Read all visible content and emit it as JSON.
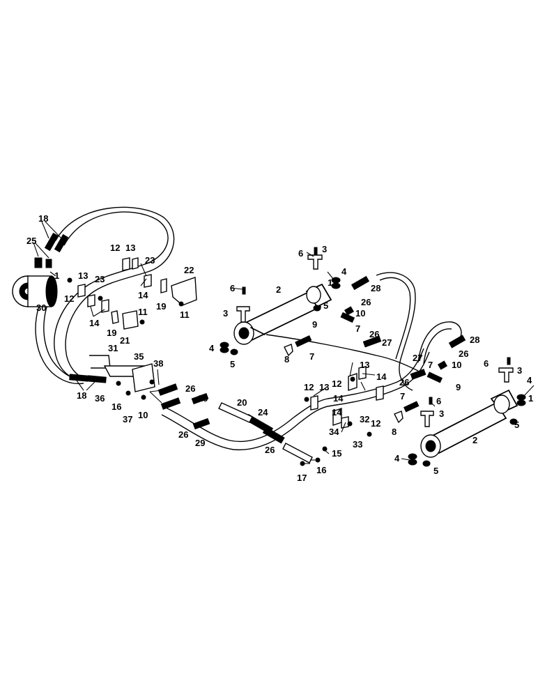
{
  "diagram": {
    "callouts": {
      "c1a": "1",
      "c1b": "1",
      "c1c": "1",
      "c2a": "2",
      "c2b": "2",
      "c3a": "3",
      "c3b": "3",
      "c3c": "3",
      "c3d": "3",
      "c4a": "4",
      "c4b": "4",
      "c4c": "4",
      "c4d": "4",
      "c5a": "5",
      "c5b": "5",
      "c5c": "5",
      "c5d": "5",
      "c6a": "6",
      "c6b": "6",
      "c6c": "6",
      "c6d": "6",
      "c7a": "7",
      "c7b": "7",
      "c7c": "7",
      "c7d": "7",
      "c8a": "8",
      "c8b": "8",
      "c9a": "9",
      "c9b": "9",
      "c10a": "10",
      "c10b": "10",
      "c10c": "10",
      "c11a": "11",
      "c11b": "11",
      "c12a": "12",
      "c12b": "12",
      "c12c": "12",
      "c12d": "12",
      "c12e": "12",
      "c13a": "13",
      "c13b": "13",
      "c13c": "13",
      "c13d": "13",
      "c14a": "14",
      "c14b": "14",
      "c14c": "14",
      "c14d": "14",
      "c14e": "14",
      "c15": "15",
      "c16a": "16",
      "c16b": "16",
      "c17": "17",
      "c18a": "18",
      "c18b": "18",
      "c19a": "19",
      "c19b": "19",
      "c20": "20",
      "c21": "21",
      "c22": "22",
      "c23a": "23",
      "c23b": "23",
      "c24": "24",
      "c25": "25",
      "c26a": "26",
      "c26b": "26",
      "c26c": "26",
      "c26d": "26",
      "c26e": "26",
      "c26f": "26",
      "c27a": "27",
      "c27b": "27",
      "c28a": "28",
      "c28b": "28",
      "c29a": "29",
      "c29b": "29",
      "c30": "30",
      "c31": "31",
      "c32": "32",
      "c33": "33",
      "c34": "34",
      "c35": "35",
      "c36": "36",
      "c37": "37",
      "c38": "38"
    }
  }
}
